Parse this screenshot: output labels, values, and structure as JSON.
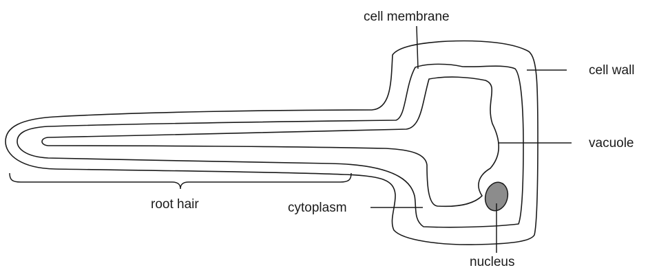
{
  "labels": {
    "cell_membrane": "cell membrane",
    "cell_wall": "cell wall",
    "vacuole": "vacuole",
    "root_hair": "root hair",
    "cytoplasm": "cytoplasm",
    "nucleus": "nucleus"
  },
  "colors": {
    "line": "#1a1a1a",
    "nucleus_fill": "#8c8c8c",
    "background": "#ffffff"
  }
}
